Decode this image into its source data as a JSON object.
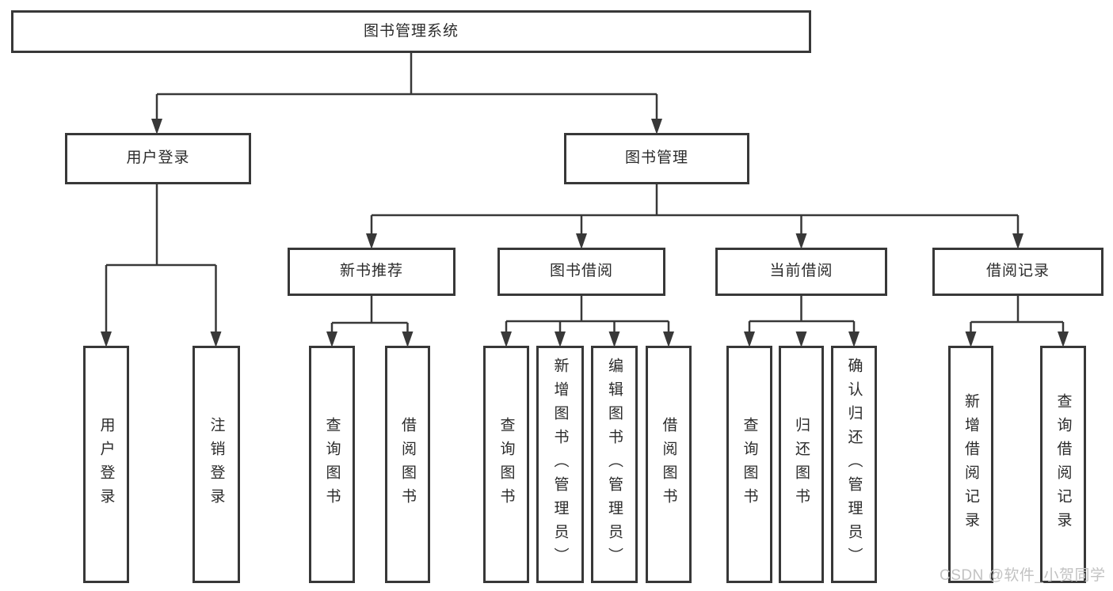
{
  "diagram": {
    "type": "tree",
    "line_color": "#383838",
    "text_color": "#2b2b2b",
    "root": {
      "label": "图书管理系统"
    },
    "branches": [
      {
        "label": "用户登录",
        "children": [
          {
            "label": "用户登录"
          },
          {
            "label": "注销登录"
          }
        ]
      },
      {
        "label": "图书管理",
        "children": [
          {
            "label": "新书推荐",
            "children": [
              {
                "label": "查询图书"
              },
              {
                "label": "借阅图书"
              }
            ]
          },
          {
            "label": "图书借阅",
            "children": [
              {
                "label": "查询图书"
              },
              {
                "label": "新增图书（管理员）"
              },
              {
                "label": "编辑图书（管理员）"
              },
              {
                "label": "借阅图书"
              }
            ]
          },
          {
            "label": "当前借阅",
            "children": [
              {
                "label": "查询图书"
              },
              {
                "label": "归还图书"
              },
              {
                "label": "确认归还（管理员）"
              }
            ]
          },
          {
            "label": "借阅记录",
            "children": [
              {
                "label": "新增借阅记录"
              },
              {
                "label": "查询借阅记录"
              }
            ]
          }
        ]
      }
    ]
  },
  "watermark": {
    "text": "CSDN @软件_小贺同学",
    "color": "#c2c2c2"
  }
}
